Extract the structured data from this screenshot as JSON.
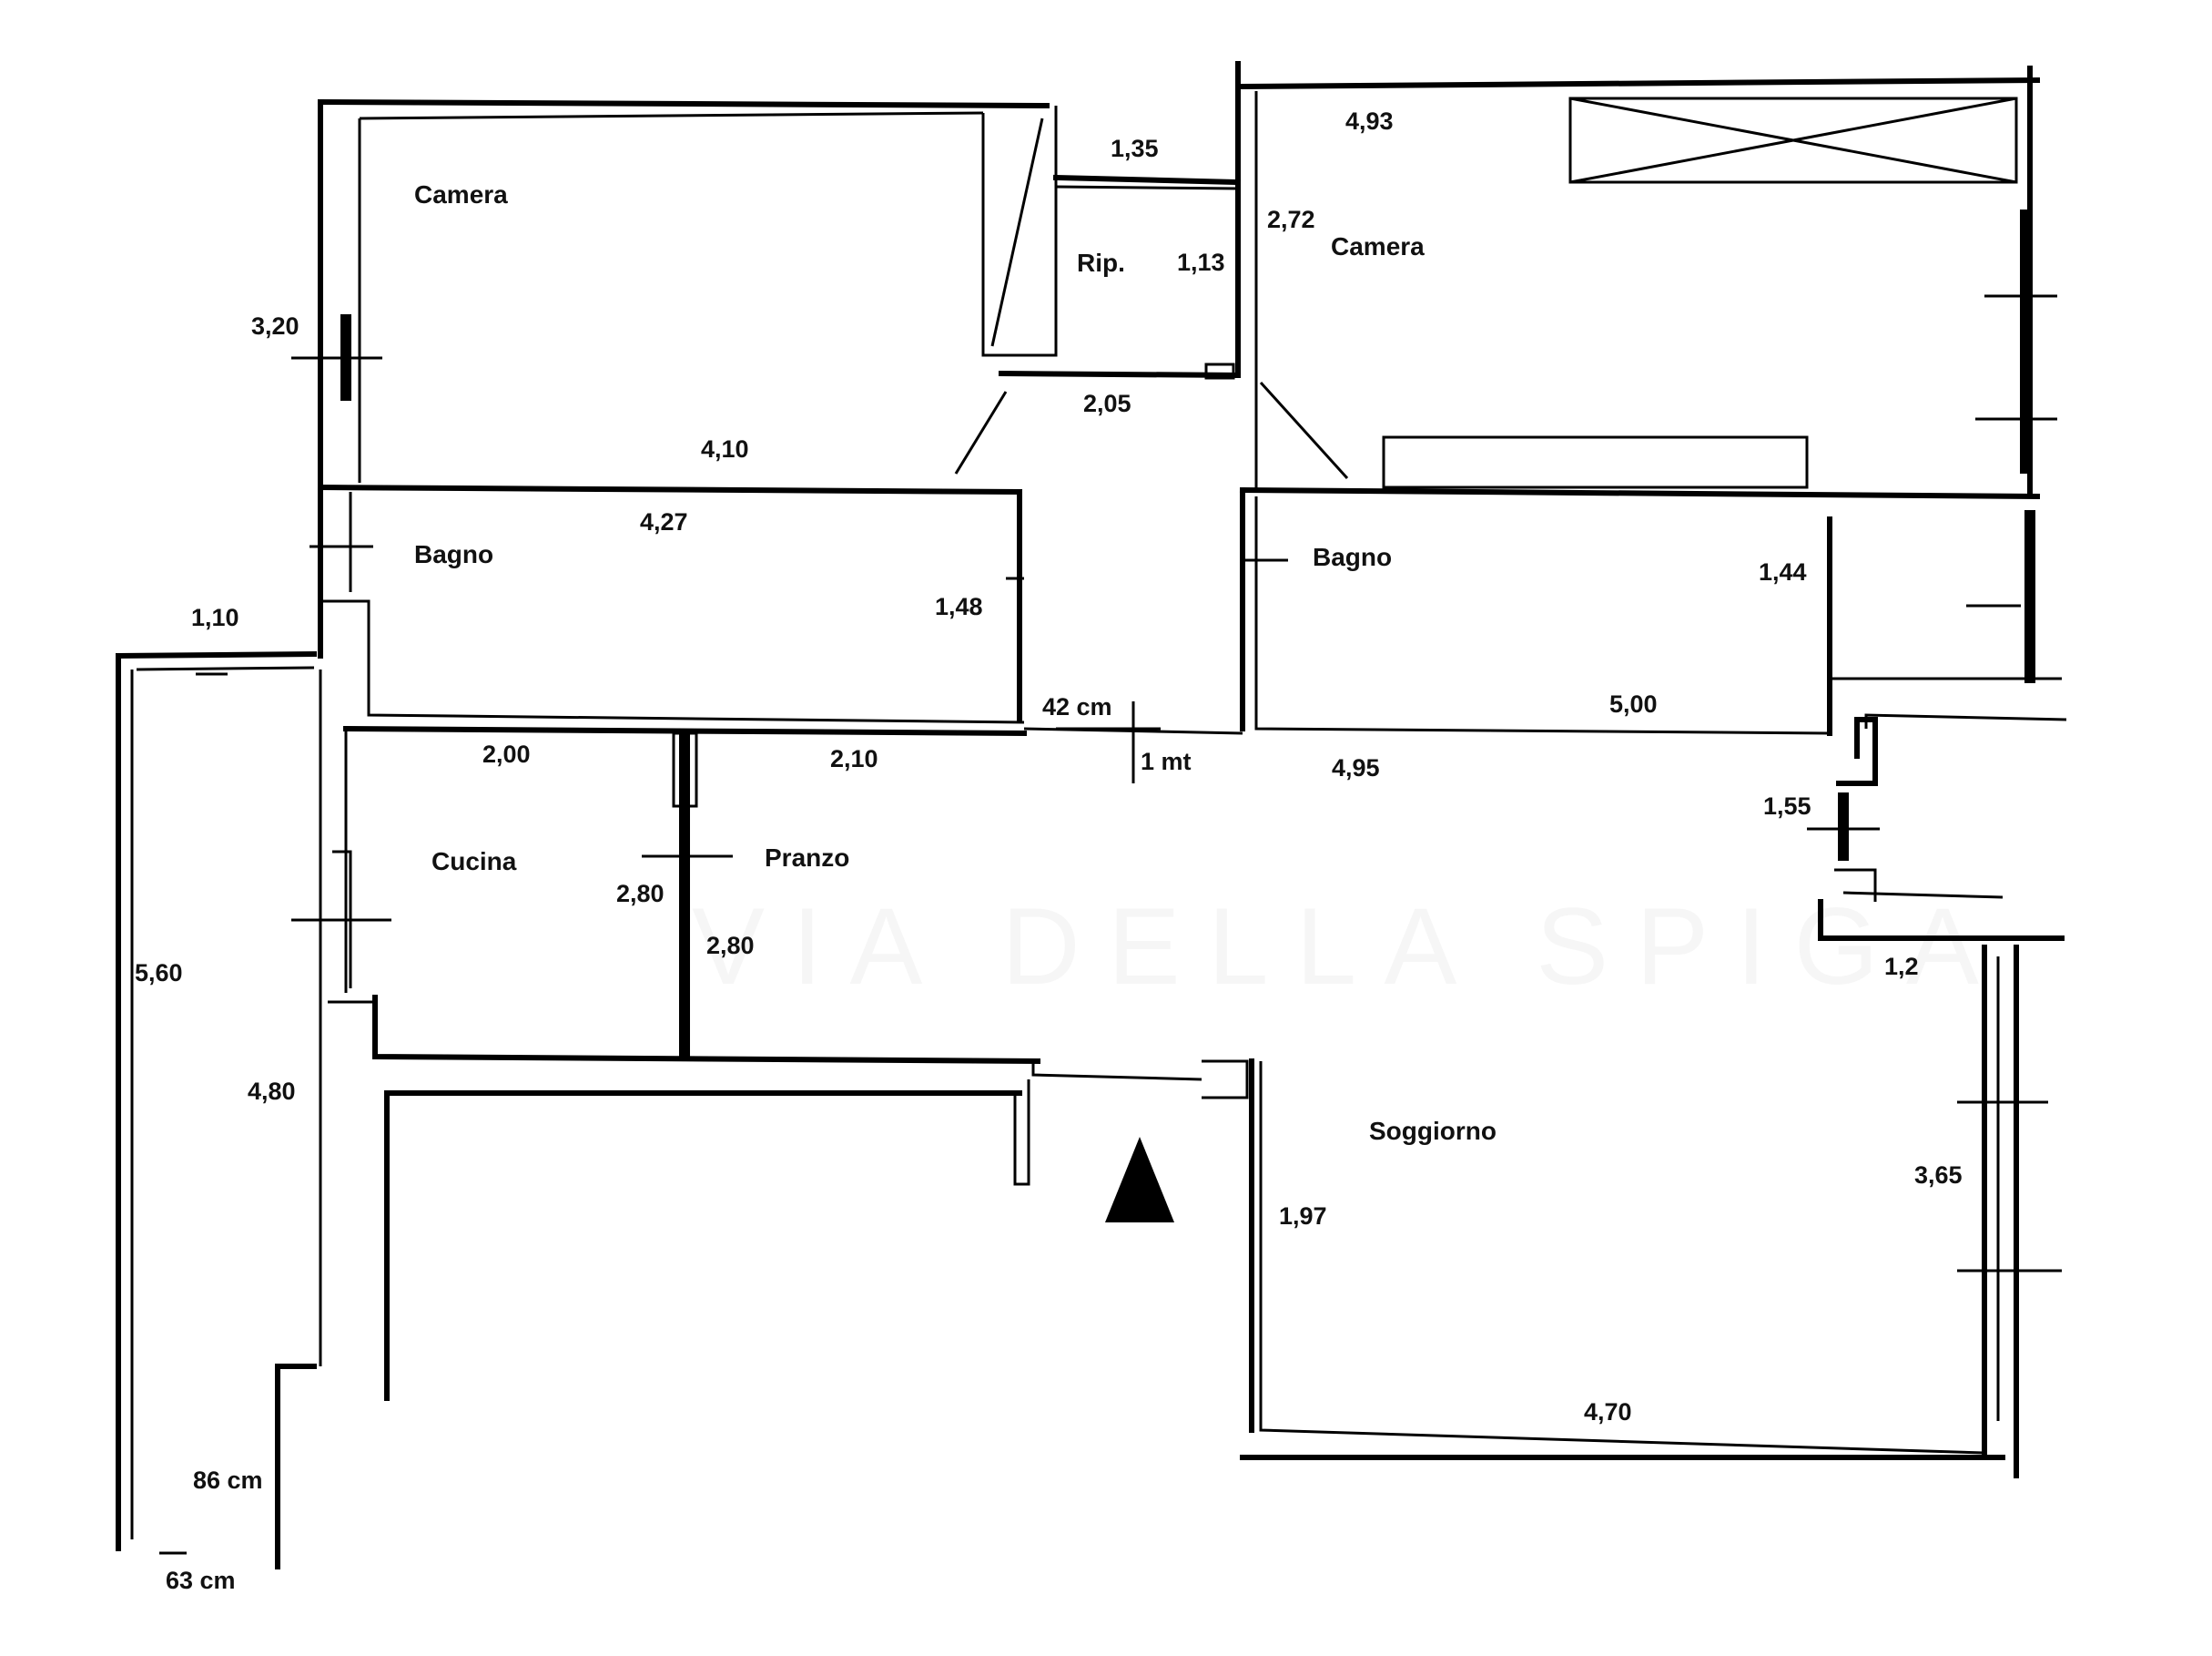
{
  "watermark": "VIA DELLA SPIGA",
  "rooms": {
    "camera_left": "Camera",
    "ripostiglio": "Rip.",
    "camera_right": "Camera",
    "bagno_left": "Bagno",
    "bagno_right": "Bagno",
    "cucina": "Cucina",
    "pranzo": "Pranzo",
    "soggiorno": "Soggiorno"
  },
  "dimensions": {
    "d_135": "1,35",
    "d_493": "4,93",
    "d_272": "2,72",
    "d_113": "1,13",
    "d_320": "3,20",
    "d_205": "2,05",
    "d_410": "4,10",
    "d_427": "4,27",
    "d_110": "1,10",
    "d_148": "1,48",
    "d_144": "1,44",
    "d_42cm": "42 cm",
    "d_500": "5,00",
    "d_200": "2,00",
    "d_210": "2,10",
    "d_1mt": "1 mt",
    "d_495": "4,95",
    "d_155": "1,55",
    "d_280a": "2,80",
    "d_280b": "2,80",
    "d_560": "5,60",
    "d_12": "1,2",
    "d_480": "4,80",
    "d_365": "3,65",
    "d_197": "1,97",
    "d_470": "4,70",
    "d_86cm": "86 cm",
    "d_63cm": "63 cm"
  },
  "north_marker_icon": "north-arrow-triangle-icon"
}
